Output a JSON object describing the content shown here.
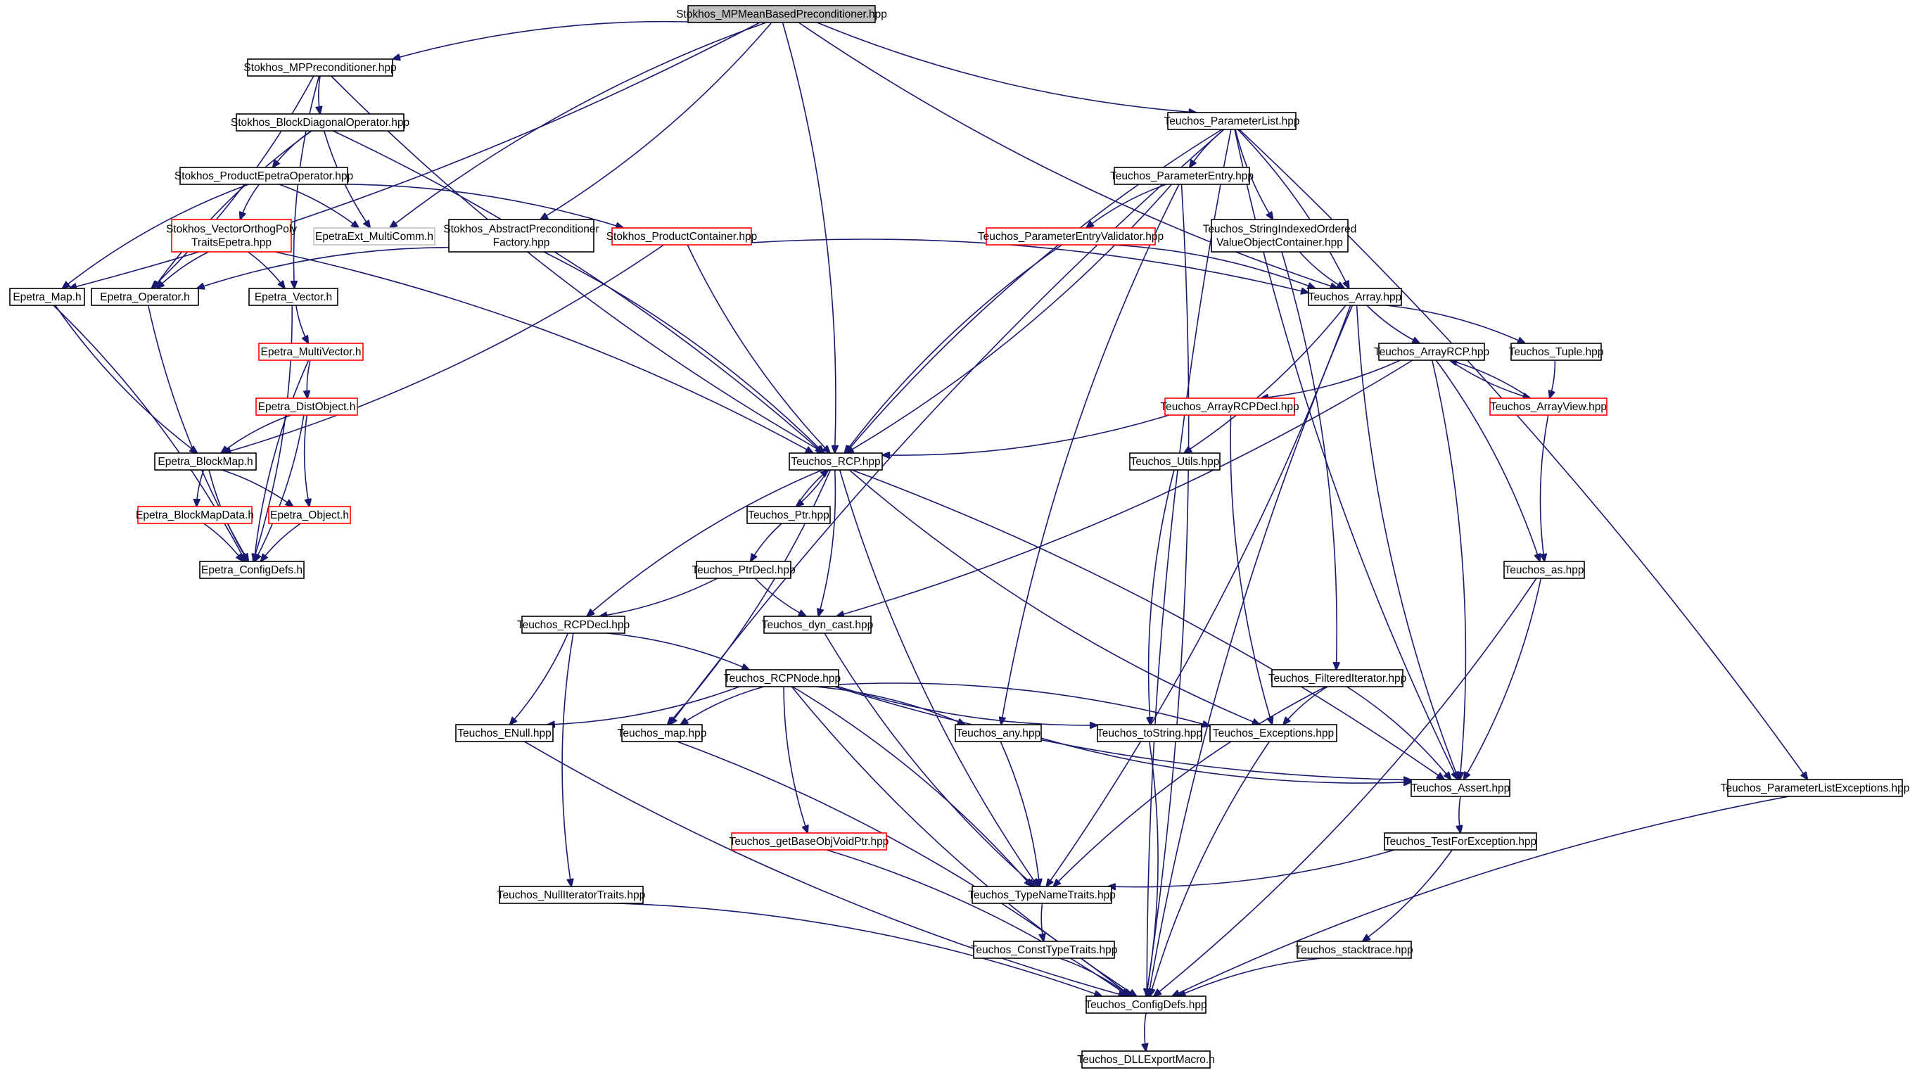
{
  "diagram": {
    "type": "include-dependency-graph",
    "nodes": [
      {
        "id": "root",
        "label": "Stokhos_MPMeanBasedPreconditioner.hpp",
        "style": "root"
      },
      {
        "id": "mpprec",
        "label": "Stokhos_MPPreconditioner.hpp",
        "style": "normal"
      },
      {
        "id": "blockdiag",
        "label": "Stokhos_BlockDiagonalOperator.hpp",
        "style": "normal"
      },
      {
        "id": "prodepop",
        "label": "Stokhos_ProductEpetraOperator.hpp",
        "style": "normal"
      },
      {
        "id": "vecortho",
        "label": "Stokhos_VectorOrthogPoly\nTraitsEpetra.hpp",
        "style": "red"
      },
      {
        "id": "multicomm",
        "label": "EpetraExt_MultiComm.h",
        "style": "gray"
      },
      {
        "id": "absprec",
        "label": "Stokhos_AbstractPreconditioner\nFactory.hpp",
        "style": "normal"
      },
      {
        "id": "prodcont",
        "label": "Stokhos_ProductContainer.hpp",
        "style": "red"
      },
      {
        "id": "emap",
        "label": "Epetra_Map.h",
        "style": "normal"
      },
      {
        "id": "eop",
        "label": "Epetra_Operator.h",
        "style": "normal"
      },
      {
        "id": "evec",
        "label": "Epetra_Vector.h",
        "style": "normal"
      },
      {
        "id": "emv",
        "label": "Epetra_MultiVector.h",
        "style": "red"
      },
      {
        "id": "edist",
        "label": "Epetra_DistObject.h",
        "style": "red"
      },
      {
        "id": "ebm",
        "label": "Epetra_BlockMap.h",
        "style": "normal"
      },
      {
        "id": "ebmd",
        "label": "Epetra_BlockMapData.h",
        "style": "red"
      },
      {
        "id": "eobj",
        "label": "Epetra_Object.h",
        "style": "red"
      },
      {
        "id": "ecfg",
        "label": "Epetra_ConfigDefs.h",
        "style": "normal"
      },
      {
        "id": "plist",
        "label": "Teuchos_ParameterList.hpp",
        "style": "normal"
      },
      {
        "id": "pentry",
        "label": "Teuchos_ParameterEntry.hpp",
        "style": "normal"
      },
      {
        "id": "pev",
        "label": "Teuchos_ParameterEntryValidator.hpp",
        "style": "red"
      },
      {
        "id": "sivoc",
        "label": "Teuchos_StringIndexedOrdered\nValueObjectContainer.hpp",
        "style": "normal"
      },
      {
        "id": "array",
        "label": "Teuchos_Array.hpp",
        "style": "normal"
      },
      {
        "id": "arcp",
        "label": "Teuchos_ArrayRCP.hpp",
        "style": "normal"
      },
      {
        "id": "tuple",
        "label": "Teuchos_Tuple.hpp",
        "style": "normal"
      },
      {
        "id": "arcpdecl",
        "label": "Teuchos_ArrayRCPDecl.hpp",
        "style": "red"
      },
      {
        "id": "aview",
        "label": "Teuchos_ArrayView.hpp",
        "style": "red"
      },
      {
        "id": "rcp",
        "label": "Teuchos_RCP.hpp",
        "style": "normal"
      },
      {
        "id": "utils",
        "label": "Teuchos_Utils.hpp",
        "style": "normal"
      },
      {
        "id": "ptr",
        "label": "Teuchos_Ptr.hpp",
        "style": "normal"
      },
      {
        "id": "ptrdecl",
        "label": "Teuchos_PtrDecl.hpp",
        "style": "normal"
      },
      {
        "id": "as",
        "label": "Teuchos_as.hpp",
        "style": "normal"
      },
      {
        "id": "rcpdecl",
        "label": "Teuchos_RCPDecl.hpp",
        "style": "normal"
      },
      {
        "id": "dyncast",
        "label": "Teuchos_dyn_cast.hpp",
        "style": "normal"
      },
      {
        "id": "rcpnode",
        "label": "Teuchos_RCPNode.hpp",
        "style": "normal"
      },
      {
        "id": "filt",
        "label": "Teuchos_FilteredIterator.hpp",
        "style": "normal"
      },
      {
        "id": "enull",
        "label": "Teuchos_ENull.hpp",
        "style": "normal"
      },
      {
        "id": "map",
        "label": "Teuchos_map.hpp",
        "style": "normal"
      },
      {
        "id": "any",
        "label": "Teuchos_any.hpp",
        "style": "normal"
      },
      {
        "id": "tostr",
        "label": "Teuchos_toString.hpp",
        "style": "normal"
      },
      {
        "id": "exc",
        "label": "Teuchos_Exceptions.hpp",
        "style": "normal"
      },
      {
        "id": "assert",
        "label": "Teuchos_Assert.hpp",
        "style": "normal"
      },
      {
        "id": "plexc",
        "label": "Teuchos_ParameterListExceptions.hpp",
        "style": "normal"
      },
      {
        "id": "getbase",
        "label": "Teuchos_getBaseObjVoidPtr.hpp",
        "style": "red"
      },
      {
        "id": "tfe",
        "label": "Teuchos_TestForException.hpp",
        "style": "normal"
      },
      {
        "id": "nullit",
        "label": "Teuchos_NullIteratorTraits.hpp",
        "style": "normal"
      },
      {
        "id": "tnt",
        "label": "Teuchos_TypeNameTraits.hpp",
        "style": "normal"
      },
      {
        "id": "ctt",
        "label": "Teuchos_ConstTypeTraits.hpp",
        "style": "normal"
      },
      {
        "id": "stack",
        "label": "Teuchos_stacktrace.hpp",
        "style": "normal"
      },
      {
        "id": "tcfg",
        "label": "Teuchos_ConfigDefs.hpp",
        "style": "normal"
      },
      {
        "id": "dll",
        "label": "Teuchos_DLLExportMacro.h",
        "style": "normal"
      }
    ],
    "edges": [
      [
        "root",
        "mpprec"
      ],
      [
        "root",
        "emap"
      ],
      [
        "root",
        "multicomm"
      ],
      [
        "root",
        "absprec"
      ],
      [
        "root",
        "rcp"
      ],
      [
        "root",
        "plist"
      ],
      [
        "root",
        "array"
      ],
      [
        "mpprec",
        "blockdiag"
      ],
      [
        "mpprec",
        "eop"
      ],
      [
        "mpprec",
        "evec"
      ],
      [
        "mpprec",
        "rcp"
      ],
      [
        "blockdiag",
        "prodepop"
      ],
      [
        "blockdiag",
        "multicomm"
      ],
      [
        "blockdiag",
        "eop"
      ],
      [
        "blockdiag",
        "rcp"
      ],
      [
        "prodepop",
        "vecortho"
      ],
      [
        "prodepop",
        "multicomm"
      ],
      [
        "prodepop",
        "emap"
      ],
      [
        "prodepop",
        "prodcont"
      ],
      [
        "vecortho",
        "eop"
      ],
      [
        "vecortho",
        "evec"
      ],
      [
        "vecortho",
        "rcp"
      ],
      [
        "absprec",
        "eop"
      ],
      [
        "absprec",
        "rcp"
      ],
      [
        "prodcont",
        "ebm"
      ],
      [
        "prodcont",
        "rcp"
      ],
      [
        "prodcont",
        "array"
      ],
      [
        "emap",
        "ebm"
      ],
      [
        "emap",
        "ecfg"
      ],
      [
        "eop",
        "ecfg"
      ],
      [
        "evec",
        "emv"
      ],
      [
        "evec",
        "ecfg"
      ],
      [
        "emv",
        "edist"
      ],
      [
        "emv",
        "ecfg"
      ],
      [
        "edist",
        "ebm"
      ],
      [
        "edist",
        "eobj"
      ],
      [
        "edist",
        "ecfg"
      ],
      [
        "ebm",
        "ebmd"
      ],
      [
        "ebm",
        "eobj"
      ],
      [
        "ebm",
        "ecfg"
      ],
      [
        "ebmd",
        "ecfg"
      ],
      [
        "eobj",
        "ecfg"
      ],
      [
        "plist",
        "pentry"
      ],
      [
        "plist",
        "sivoc"
      ],
      [
        "plist",
        "array"
      ],
      [
        "plist",
        "rcp"
      ],
      [
        "plist",
        "map"
      ],
      [
        "plist",
        "assert"
      ],
      [
        "plist",
        "plexc"
      ],
      [
        "plist",
        "tcfg"
      ],
      [
        "pentry",
        "pev"
      ],
      [
        "pentry",
        "any"
      ],
      [
        "pentry",
        "rcp"
      ],
      [
        "pentry",
        "tcfg"
      ],
      [
        "pev",
        "array"
      ],
      [
        "pev",
        "rcp"
      ],
      [
        "sivoc",
        "array"
      ],
      [
        "sivoc",
        "filt"
      ],
      [
        "array",
        "arcp"
      ],
      [
        "array",
        "tuple"
      ],
      [
        "array",
        "utils"
      ],
      [
        "array",
        "assert"
      ],
      [
        "array",
        "tnt"
      ],
      [
        "array",
        "tcfg"
      ],
      [
        "arcp",
        "arcpdecl"
      ],
      [
        "arcp",
        "aview"
      ],
      [
        "arcp",
        "as"
      ],
      [
        "arcp",
        "assert"
      ],
      [
        "arcp",
        "dyncast"
      ],
      [
        "tuple",
        "aview"
      ],
      [
        "arcpdecl",
        "rcp"
      ],
      [
        "arcpdecl",
        "exc"
      ],
      [
        "aview",
        "arcp"
      ],
      [
        "aview",
        "as"
      ],
      [
        "rcp",
        "ptr"
      ],
      [
        "rcp",
        "rcpdecl"
      ],
      [
        "rcp",
        "dyncast"
      ],
      [
        "rcp",
        "map"
      ],
      [
        "rcp",
        "tnt"
      ],
      [
        "rcp",
        "exc"
      ],
      [
        "rcp",
        "assert"
      ],
      [
        "ptr",
        "rcp"
      ],
      [
        "ptr",
        "ptrdecl"
      ],
      [
        "ptrdecl",
        "rcpdecl"
      ],
      [
        "ptrdecl",
        "dyncast"
      ],
      [
        "utils",
        "tostr"
      ],
      [
        "as",
        "assert"
      ],
      [
        "as",
        "tcfg"
      ],
      [
        "rcpdecl",
        "rcpnode"
      ],
      [
        "rcpdecl",
        "enull"
      ],
      [
        "rcpdecl",
        "nullit"
      ],
      [
        "dyncast",
        "tnt"
      ],
      [
        "rcpnode",
        "enull"
      ],
      [
        "rcpnode",
        "map"
      ],
      [
        "rcpnode",
        "any"
      ],
      [
        "rcpnode",
        "tostr"
      ],
      [
        "rcpnode",
        "exc"
      ],
      [
        "rcpnode",
        "assert"
      ],
      [
        "rcpnode",
        "getbase"
      ],
      [
        "rcpnode",
        "tnt"
      ],
      [
        "rcpnode",
        "tcfg"
      ],
      [
        "filt",
        "exc"
      ],
      [
        "filt",
        "assert"
      ],
      [
        "filt",
        "tnt"
      ],
      [
        "enull",
        "tcfg"
      ],
      [
        "map",
        "tcfg"
      ],
      [
        "any",
        "assert"
      ],
      [
        "any",
        "tnt"
      ],
      [
        "tostr",
        "tcfg"
      ],
      [
        "exc",
        "tcfg"
      ],
      [
        "assert",
        "tfe"
      ],
      [
        "plexc",
        "tcfg"
      ],
      [
        "getbase",
        "tcfg"
      ],
      [
        "tfe",
        "tnt"
      ],
      [
        "tfe",
        "stack"
      ],
      [
        "nullit",
        "tcfg"
      ],
      [
        "tnt",
        "ctt"
      ],
      [
        "ctt",
        "tcfg"
      ],
      [
        "stack",
        "tcfg"
      ],
      [
        "tcfg",
        "dll"
      ]
    ]
  }
}
